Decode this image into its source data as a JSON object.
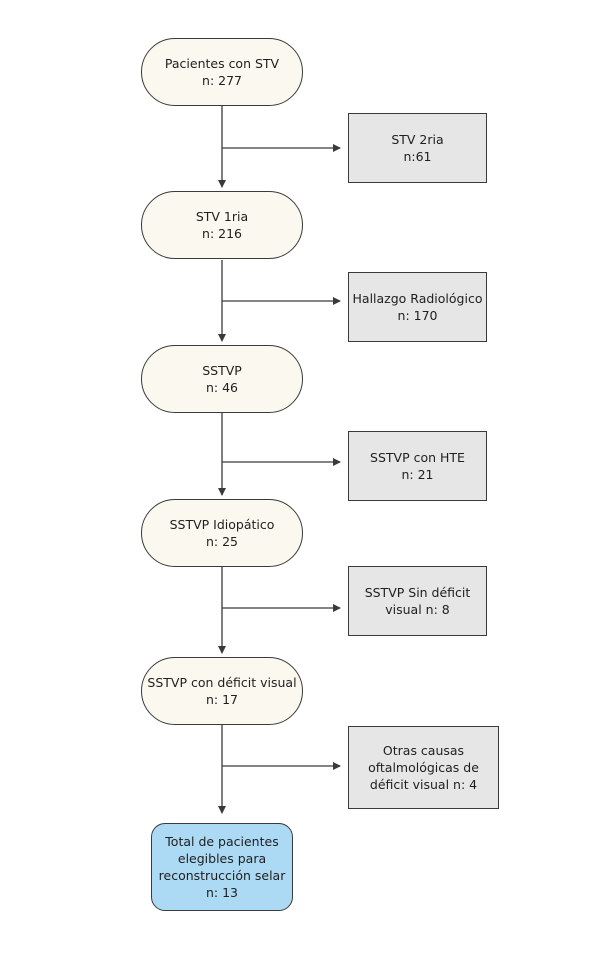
{
  "flow": {
    "main_nodes": [
      {
        "line1": "Pacientes con STV",
        "line2": "n: 277"
      },
      {
        "line1": "STV 1ria",
        "line2": "n: 216"
      },
      {
        "line1": "SSTVP",
        "line2": "n: 46"
      },
      {
        "line1": "SSTVP Idiopático",
        "line2": "n: 25"
      },
      {
        "line1": "SSTVP con déficit visual",
        "line2": "n: 17"
      }
    ],
    "exclusions": [
      {
        "line1": "STV 2ria",
        "line2": "n:61"
      },
      {
        "line1": "Hallazgo Radiológico",
        "line2": "n: 170"
      },
      {
        "line1": "SSTVP con HTE",
        "line2": "n: 21"
      },
      {
        "line1": "SSTVP Sin déficit",
        "line2": "visual n: 8"
      },
      {
        "line1": "Otras causas",
        "line2": "oftalmológicas de",
        "line3": "déficit visual  n: 4"
      }
    ],
    "final": {
      "line1": "Total de pacientes",
      "line2": "elegibles para",
      "line3": "reconstrucción selar",
      "line4": "n: 13"
    }
  },
  "colors": {
    "main_fill": "#fbf8ef",
    "exclusion_fill": "#e6e6e6",
    "final_fill": "#acdaf4",
    "stroke": "#3a3a3a"
  }
}
